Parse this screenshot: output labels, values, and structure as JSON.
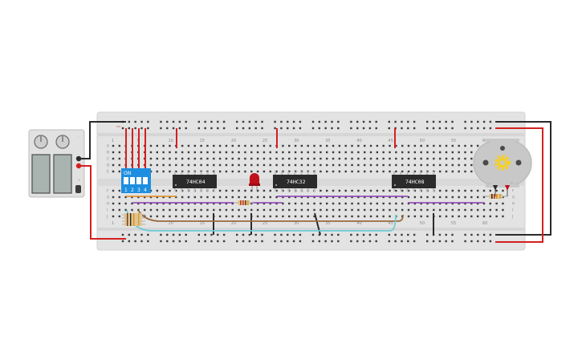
{
  "breadboard": {
    "row_letters_top": [
      "A",
      "B",
      "C",
      "D",
      "E"
    ],
    "row_letters_bottom": [
      "F",
      "G",
      "H",
      "I",
      "J"
    ],
    "column_numbers": [
      "1",
      "5",
      "10",
      "15",
      "20",
      "25",
      "30",
      "35",
      "40",
      "45",
      "50",
      "55",
      "60"
    ]
  },
  "chips": [
    {
      "label": "74HC04"
    },
    {
      "label": "74HC32"
    },
    {
      "label": "74HC08"
    }
  ],
  "dip_switch": {
    "on_label": "ON",
    "switch_numbers": [
      "1",
      "2",
      "3",
      "4"
    ]
  },
  "power_supply": {
    "plus_label": "+",
    "minus_label": "-"
  },
  "motor": {
    "terminal_minus": "-",
    "terminal_plus": "+"
  },
  "colors": {
    "wire_red": "#d42020",
    "wire_black": "#2a2a2a",
    "wire_purple": "#8a3db8",
    "wire_orange": "#e08a1e",
    "wire_brown": "#9b6a3c",
    "wire_cyan": "#6ecbd8",
    "chip_body": "#2b2b2b",
    "dip_body": "#1e8fe0",
    "led_red": "#c0111a",
    "motor_gear": "#f4d023"
  }
}
